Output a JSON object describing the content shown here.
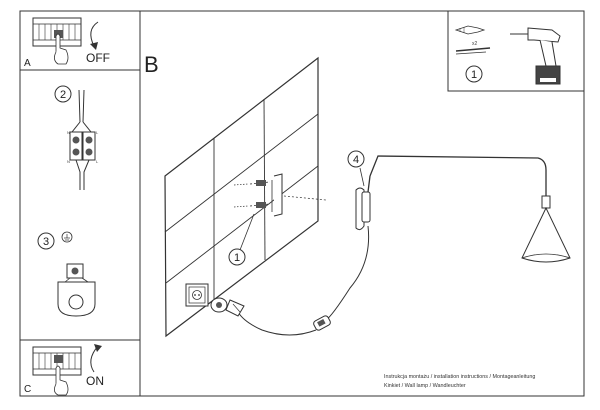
{
  "panels": {
    "a": {
      "letter": "A",
      "state": "OFF"
    },
    "c": {
      "letter": "C",
      "state": "ON"
    }
  },
  "main_label": "B",
  "steps": {
    "one_top": "1",
    "two": "2",
    "three": "3",
    "four": "4",
    "one_wall": "1"
  },
  "hardware": {
    "dowel_count": "x2"
  },
  "terminal_marks": {
    "left_top": "N",
    "left_bottom": "N",
    "right_top": "L",
    "right_bottom": "L"
  },
  "footer": {
    "line1": "Instrukcja montażu / installation instructions / Montageanleitung",
    "line2": "Kinkiet / Wall lamp / Wandleuchter"
  }
}
